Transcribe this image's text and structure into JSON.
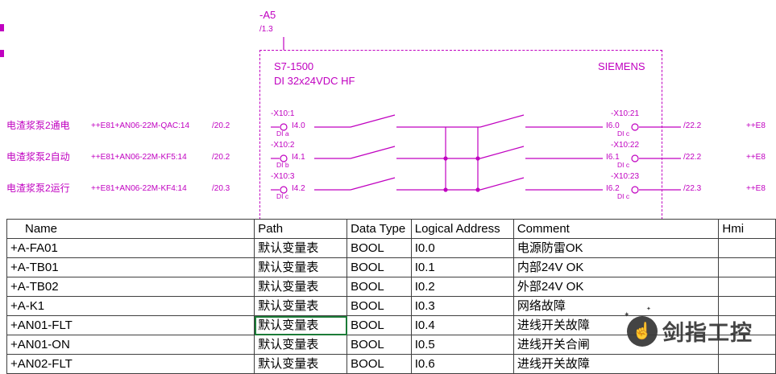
{
  "schematic": {
    "accent_color": "#C000C0",
    "device": {
      "tag": "-A5",
      "ref": "/1.3"
    },
    "module": {
      "title": "S7-1500",
      "subtitle": "DI 32x24VDC HF",
      "brand": "SIEMENS"
    },
    "rows": [
      {
        "function": "电渣浆泵2通电",
        "source": "++E81+AN06-22M-QAC:14",
        "sheet": "/20.2",
        "terminal": "-X10:1",
        "address": "I4.0",
        "channel": "DI a",
        "right": {
          "terminal": "-X10:21",
          "address": "I6.0",
          "channel": "DI c",
          "sheet": "/22.2",
          "dest": "++E8"
        }
      },
      {
        "function": "电渣浆泵2自动",
        "source": "++E81+AN06-22M-KF5:14",
        "sheet": "/20.2",
        "terminal": "-X10:2",
        "address": "I4.1",
        "channel": "DI b",
        "right": {
          "terminal": "-X10:22",
          "address": "I6.1",
          "channel": "DI c",
          "sheet": "/22.2",
          "dest": "++E8"
        }
      },
      {
        "function": "电渣浆泵2运行",
        "source": "++E81+AN06-22M-KF4:14",
        "sheet": "/20.3",
        "terminal": "-X10:3",
        "address": "I4.2",
        "channel": "DI c",
        "right": {
          "terminal": "-X10:23",
          "address": "I6.2",
          "channel": "DI c",
          "sheet": "/22.3",
          "dest": "++E8"
        }
      }
    ]
  },
  "tag_table": {
    "selection_color": "#1c7c38",
    "headers": [
      "Name",
      "Path",
      "Data Type",
      "Logical Address",
      "Comment",
      "Hmi"
    ],
    "rows": [
      {
        "name": "+A-FA01",
        "path": "默认变量表",
        "data_type": "BOOL",
        "logical_address": "I0.0",
        "comment": "电源防雷OK",
        "selected": false
      },
      {
        "name": "+A-TB01",
        "path": "默认变量表",
        "data_type": "BOOL",
        "logical_address": "I0.1",
        "comment": "内部24V OK",
        "selected": false
      },
      {
        "name": "+A-TB02",
        "path": "默认变量表",
        "data_type": "BOOL",
        "logical_address": "I0.2",
        "comment": "外部24V OK",
        "selected": false
      },
      {
        "name": "+A-K1",
        "path": "默认变量表",
        "data_type": "BOOL",
        "logical_address": "I0.3",
        "comment": "网络故障",
        "selected": false
      },
      {
        "name": "+AN01-FLT",
        "path": "默认变量表",
        "data_type": "BOOL",
        "logical_address": "I0.4",
        "comment": "进线开关故障",
        "selected": true
      },
      {
        "name": "+AN01-ON",
        "path": "默认变量表",
        "data_type": "BOOL",
        "logical_address": "I0.5",
        "comment": "进线开关合闸",
        "selected": false
      },
      {
        "name": "+AN02-FLT",
        "path": "默认变量表",
        "data_type": "BOOL",
        "logical_address": "I0.6",
        "comment": "进线开关故障",
        "selected": false
      }
    ]
  },
  "watermark": {
    "text": "剑指工控",
    "icons": {
      "pointing_hand": "☝",
      "sparkle": "✦"
    }
  }
}
